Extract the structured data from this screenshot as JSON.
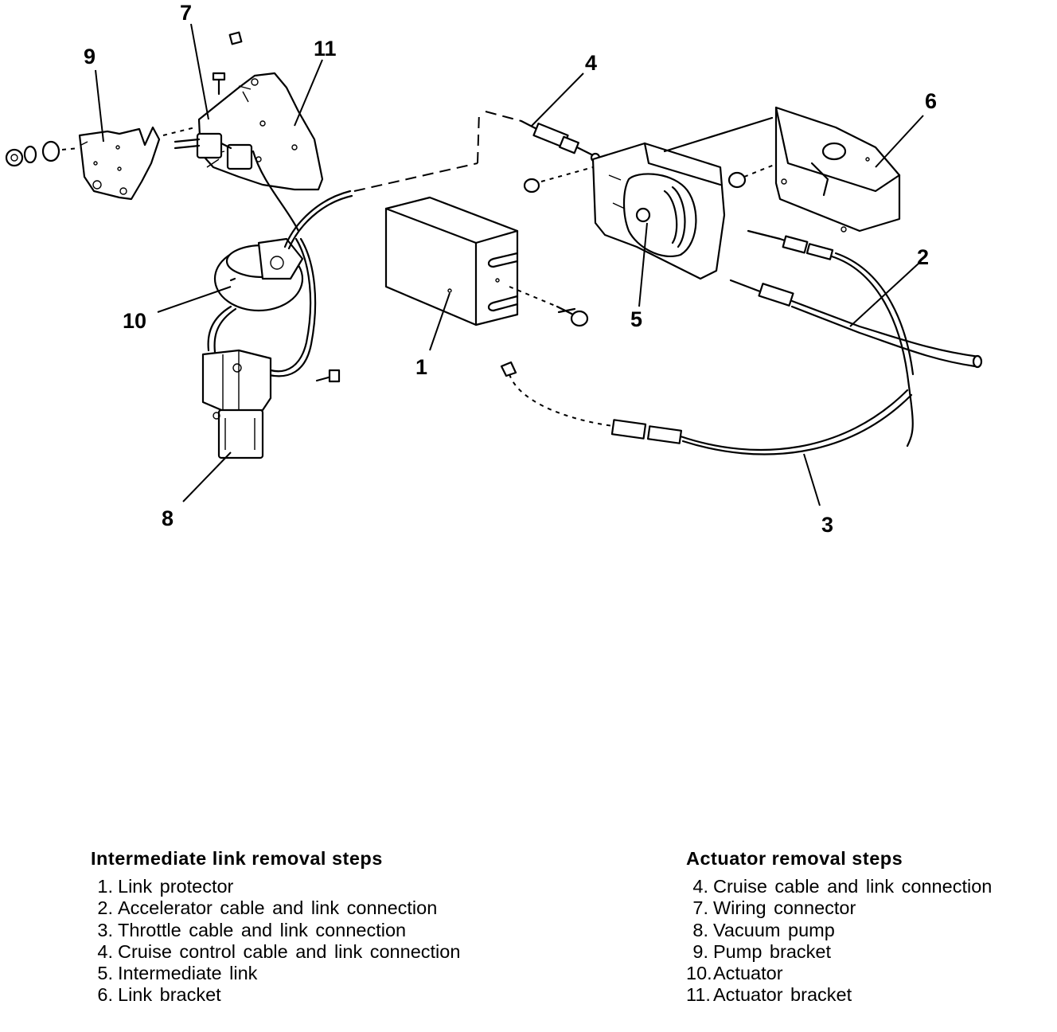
{
  "callouts": {
    "c1": "1",
    "c2": "2",
    "c3": "3",
    "c4": "4",
    "c5": "5",
    "c6": "6",
    "c7": "7",
    "c8": "8",
    "c9": "9",
    "c10": "10",
    "c11": "11"
  },
  "intermediate": {
    "title": "Intermediate link removal steps",
    "items": [
      {
        "num": "1.",
        "text": "Link protector"
      },
      {
        "num": "2.",
        "text": "Accelerator cable and link connection"
      },
      {
        "num": "3.",
        "text": "Throttle cable and link connection"
      },
      {
        "num": "4.",
        "text": "Cruise control cable and link connection"
      },
      {
        "num": "5.",
        "text": "Intermediate link"
      },
      {
        "num": "6.",
        "text": "Link bracket"
      }
    ]
  },
  "actuator": {
    "title": "Actuator removal steps",
    "items": [
      {
        "num": "4.",
        "text": "Cruise cable and link connection"
      },
      {
        "num": "7.",
        "text": "Wiring connector"
      },
      {
        "num": "8.",
        "text": "Vacuum pump"
      },
      {
        "num": "9.",
        "text": "Pump bracket"
      },
      {
        "num": "10.",
        "text": "Actuator"
      },
      {
        "num": "11.",
        "text": "Actuator bracket"
      }
    ]
  }
}
